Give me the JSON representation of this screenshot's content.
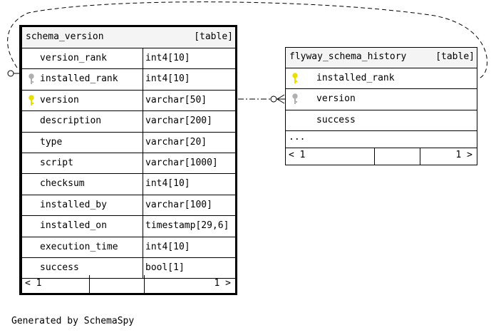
{
  "tables": [
    {
      "name": "schema_version",
      "kind": "[table]",
      "columns": [
        {
          "name": "version_rank",
          "type": "int4[10]",
          "key": ""
        },
        {
          "name": "installed_rank",
          "type": "int4[10]",
          "key": "gray"
        },
        {
          "name": "version",
          "type": "varchar[50]",
          "key": "yellow"
        },
        {
          "name": "description",
          "type": "varchar[200]",
          "key": ""
        },
        {
          "name": "type",
          "type": "varchar[20]",
          "key": ""
        },
        {
          "name": "script",
          "type": "varchar[1000]",
          "key": ""
        },
        {
          "name": "checksum",
          "type": "int4[10]",
          "key": ""
        },
        {
          "name": "installed_by",
          "type": "varchar[100]",
          "key": ""
        },
        {
          "name": "installed_on",
          "type": "timestamp[29,6]",
          "key": ""
        },
        {
          "name": "execution_time",
          "type": "int4[10]",
          "key": ""
        },
        {
          "name": "success",
          "type": "bool[1]",
          "key": ""
        }
      ],
      "footer_left": "< 1",
      "footer_right": "1 >"
    },
    {
      "name": "flyway_schema_history",
      "kind": "[table]",
      "columns": [
        {
          "name": "installed_rank",
          "key": "yellow"
        },
        {
          "name": "version",
          "key": "gray"
        },
        {
          "name": "success",
          "key": ""
        }
      ],
      "more": "...",
      "footer_left": "< 1",
      "footer_right": "1 >"
    }
  ],
  "colors": {
    "primary_key": "#e8e000",
    "index_key": "#b0b0b0",
    "header_bg": "#f4f4f4"
  },
  "generated_by": "Generated by SchemaSpy"
}
